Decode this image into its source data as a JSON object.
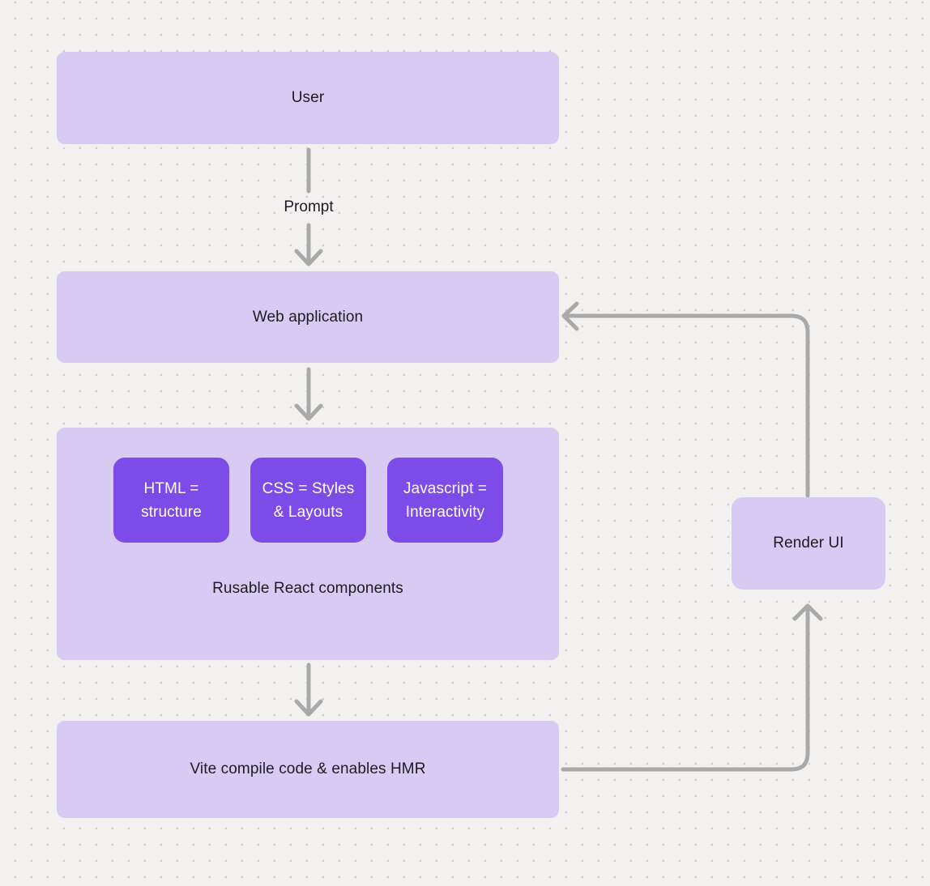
{
  "diagram": {
    "nodes": {
      "user": {
        "label": "User"
      },
      "web_app": {
        "label": "Web application"
      },
      "components": {
        "chips": [
          {
            "lines": [
              "HTML =",
              "structure"
            ]
          },
          {
            "lines": [
              "CSS = Styles",
              "& Layouts"
            ]
          },
          {
            "lines": [
              "Javascript =",
              "Interactivity"
            ]
          }
        ],
        "caption": "Rusable React components"
      },
      "vite": {
        "label": "Vite compile code & enables HMR"
      },
      "render_ui": {
        "label": "Render UI"
      }
    },
    "edges": {
      "prompt_label": "Prompt"
    },
    "colors": {
      "bg": "#f2f1ef",
      "dot": "#d0cecb",
      "node_fill": "#d7cbf3",
      "chip_fill": "#7c4be8",
      "arrow": "#a9a9a9",
      "text_dark": "#1d1b22",
      "text_light": "#ffffff"
    }
  }
}
